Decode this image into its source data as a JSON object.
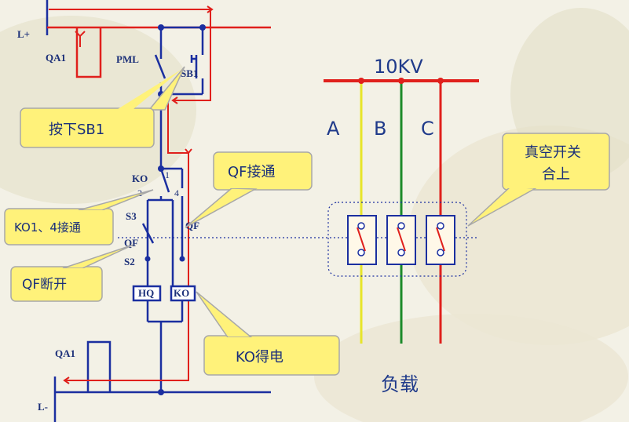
{
  "labels": {
    "l_plus": "L+",
    "l_minus": "L-",
    "qa1_top": "QA1",
    "qa1_bottom": "QA1",
    "pml": "PML",
    "sb1": "SB1",
    "ko": "KO",
    "ko_pin1": "1",
    "ko_pin2": "2",
    "ko_pin4": "4",
    "s3": "S3",
    "qf": "QF",
    "s2": "S2",
    "hq": "HQ",
    "ko_coil": "KO",
    "qf_right": "QF",
    "voltage": "10KV",
    "phase_a": "A",
    "phase_b": "B",
    "phase_c": "C",
    "load": "负载"
  },
  "callouts": {
    "press_sb1": "按下SB1",
    "qf_on": "QF接通",
    "ko14_on": "KO1、4接通",
    "qf_off": "QF断开",
    "ko_energized": "KO得电",
    "vacuum_switch_line1": "真空开关",
    "vacuum_switch_line2": "合上"
  },
  "colors": {
    "wire": "#1b2fa0",
    "red": "#e0201c",
    "callout_fill": "#fff27a",
    "callout_stroke": "#a8a8a8",
    "phase_a": "#e7e52a",
    "phase_b": "#1c8a2a",
    "phase_c": "#e0201c"
  }
}
